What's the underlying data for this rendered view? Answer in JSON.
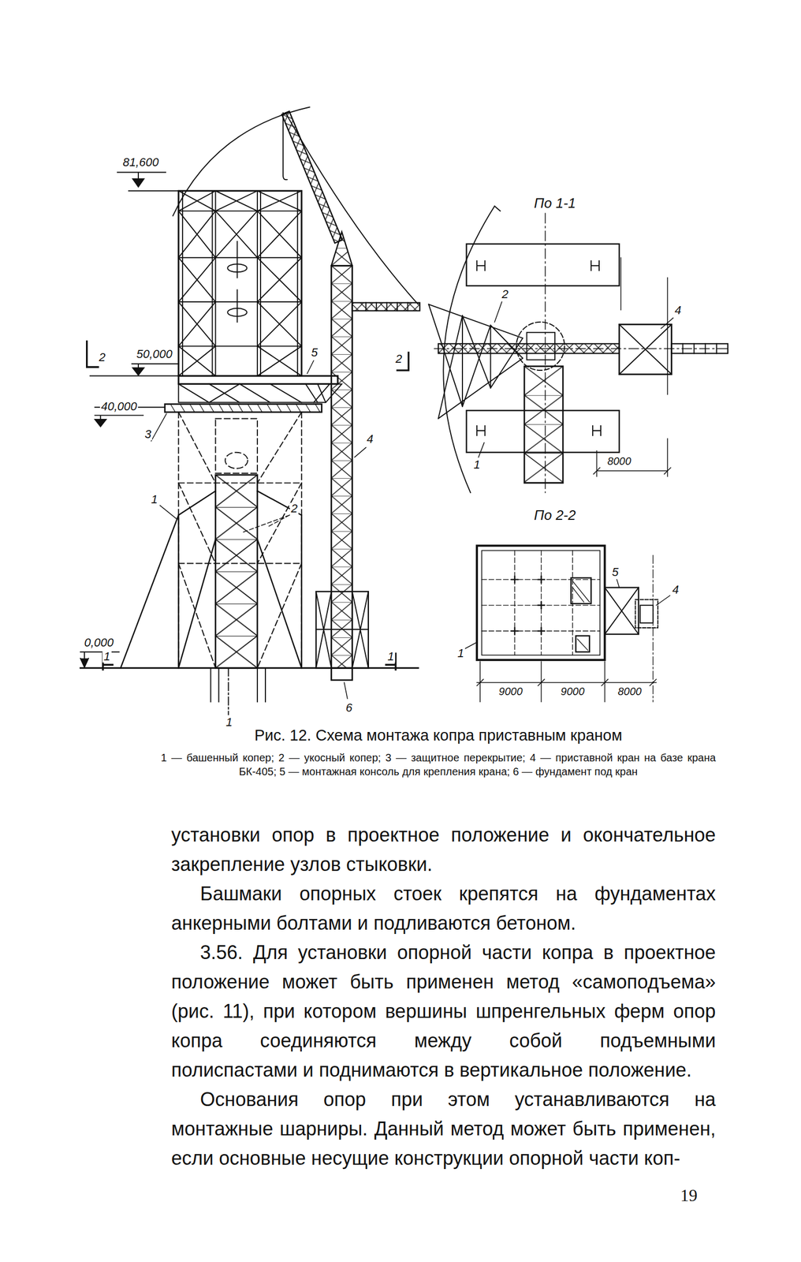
{
  "diagram": {
    "caption": "Рис. 12. Схема монтажа копра приставным краном",
    "labels": [
      "81,600",
      "50,000",
      "40,000",
      "0,000",
      "2",
      "2",
      "1",
      "1",
      "1",
      "5",
      "3",
      "4",
      "1",
      "2",
      "6",
      "По 1-1",
      "2",
      "4",
      "1",
      "8000",
      "По 2-2",
      "5",
      "4",
      "1",
      "9000",
      "9000",
      "8000",
      "1 — башенный копер; 2 — укосный копер; 3 — защитное перекрытие; 4 — приставной кран на базе крана БК-405; 5 — монтажная консоль для крепления крана; 6 — фундамент под кран",
      "установки опор в проектное положение и окончательное закрепление узлов стыковки.",
      "Башмаки опорных стоек крепятся на фундаментах анкерными болтами и подливаются бетоном.",
      "3.56. Для установки опорной части копра в проектное положение может быть применен метод «самоподъема» (рис. 11), при котором вершины шпренгельных ферм опор копра соединяются между собой подъемными полиспастами и поднимаются в вертикальное положение.",
      "Основания опор при этом устанавливаются на монтажные шарниры. Данный метод может быть применен, если основные несущие конструкции опорной части коп-",
      "19"
    ]
  }
}
